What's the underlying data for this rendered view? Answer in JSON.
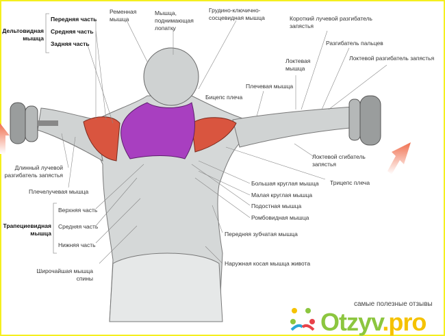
{
  "labels": {
    "deltoid": "Дельтовидная мышца",
    "deltoid_front": "Передняя часть",
    "deltoid_middle": "Средняя часть",
    "deltoid_rear": "Задняя часть",
    "splenius": "Ременная мышца",
    "levator": "Мышца, поднимающая лопатку",
    "scm": "Грудино-ключично-сосцевидная мышца",
    "ecrb": "Короткий лучевой разгибатель запястья",
    "ext_digitorum": "Разгибатель пальцев",
    "ecu": "Локтевой разгибатель запястья",
    "anconeus": "Локтевая мышца",
    "brachialis": "Плечевая мышца",
    "biceps": "Бицепс плеча",
    "ecrl": "Длинный лучевой разгибатель запястья",
    "brachioradialis": "Плечелучевая мышца",
    "trapezius": "Трапециевидная мышца",
    "trap_upper": "Верхняя часть",
    "trap_middle": "Средняя часть",
    "trap_lower": "Нижняя часть",
    "latissimus": "Широчайшая мышца спины",
    "fcu": "Локтевой сгибатель запястья",
    "triceps": "Трицепс плеча",
    "teres_major": "Большая круглая мышца",
    "teres_minor": "Малая круглая мышца",
    "infraspinatus": "Подостная мышца",
    "rhomboid": "Ромбовидная мышца",
    "serratus": "Передняя зубчатая мышца",
    "oblique": "Наружная косая мышца живота"
  },
  "watermark": {
    "tagline": "самые полезные отзывы",
    "brand": "Otzyv",
    "tld": ".pro"
  },
  "colors": {
    "deltoid": "#d9553f",
    "trapezius": "#a83fc0",
    "arrow": "#f07050",
    "frame": "#f5ef1e",
    "brand_green": "#8cc63f",
    "brand_yellow": "#f5c200"
  }
}
